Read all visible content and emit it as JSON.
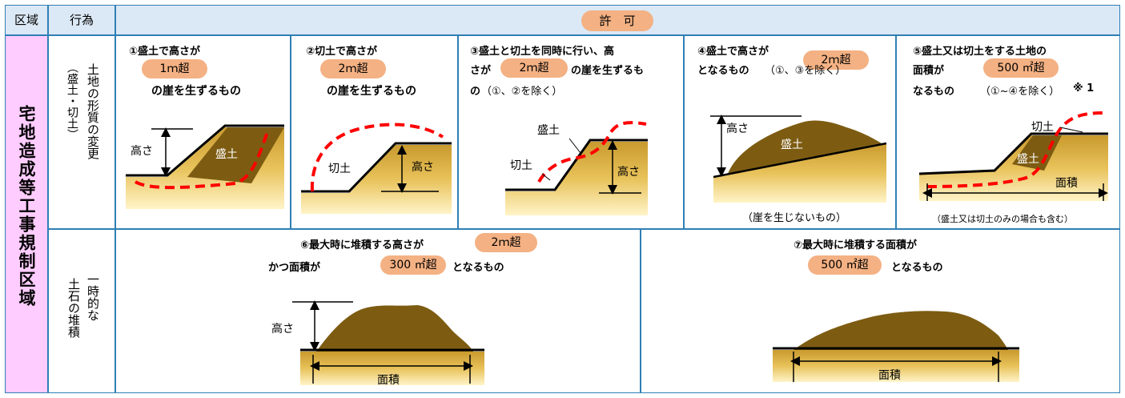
{
  "header": {
    "zone": "区域",
    "action": "行為",
    "permit": "許　可"
  },
  "zone_label": "宅地造成等工事規制区域",
  "rows": {
    "land": {
      "label_main": "土地の形質の変更",
      "label_sub": "（盛土・切土）"
    },
    "pile": {
      "label_1": "一時的な",
      "label_2": "土石の堆積"
    }
  },
  "cases": {
    "c1": {
      "l1": "①盛土で高さが",
      "pill": "1ｍ超",
      "l3": "の崖を生ずるもの",
      "fill": "盛土",
      "height": "高さ"
    },
    "c2": {
      "l1": "②切土で高さが",
      "pill": "2ｍ超",
      "l3": "の崖を生ずるもの",
      "cut": "切土",
      "height": "高さ"
    },
    "c3": {
      "l1": "③盛土と切土を同時に行い、高",
      "l2a": "さが",
      "pill": "2ｍ超",
      "l2b": "の崖を生ずるも",
      "l3a": "の",
      "l3b": "（①、②を除く）",
      "fill": "盛土",
      "cut": "切土",
      "height": "高さ"
    },
    "c4": {
      "l1": "④盛土で高さが",
      "pill": "2ｍ超",
      "l2a": "となるもの",
      "l2b": "（①、③を除く）",
      "fill": "盛土",
      "height": "高さ",
      "note": "（崖を生じないもの）"
    },
    "c5": {
      "l1": "⑤盛土又は切土をする土地の",
      "l2": "面積が",
      "pill": "500 ㎡超",
      "l3a": "なるもの",
      "l3b": "（①~④を除く）",
      "l3c": "※ 1",
      "cut": "切土",
      "fill": "盛土",
      "area": "面積",
      "note": "（盛土又は切土のみの場合も含む）"
    },
    "c6": {
      "l1": "⑥最大時に堆積する高さが",
      "pill1": "2ｍ超",
      "l2a": "かつ面積が",
      "pill2": "300 ㎡超",
      "l2b": "となるもの",
      "height": "高さ",
      "area": "面積"
    },
    "c7": {
      "l1": "⑦最大時に堆積する面積が",
      "pill": "500 ㎡超",
      "l2b": "となるもの",
      "area": "面積"
    }
  },
  "colors": {
    "header_bg": "#dbe8f5",
    "border": "#2f7fb5",
    "zone_bg": "#ffccff",
    "pill": "#f4b183",
    "ground": "#e2b84a",
    "mound": "#7d5c12",
    "dashed": "#ff0000"
  }
}
